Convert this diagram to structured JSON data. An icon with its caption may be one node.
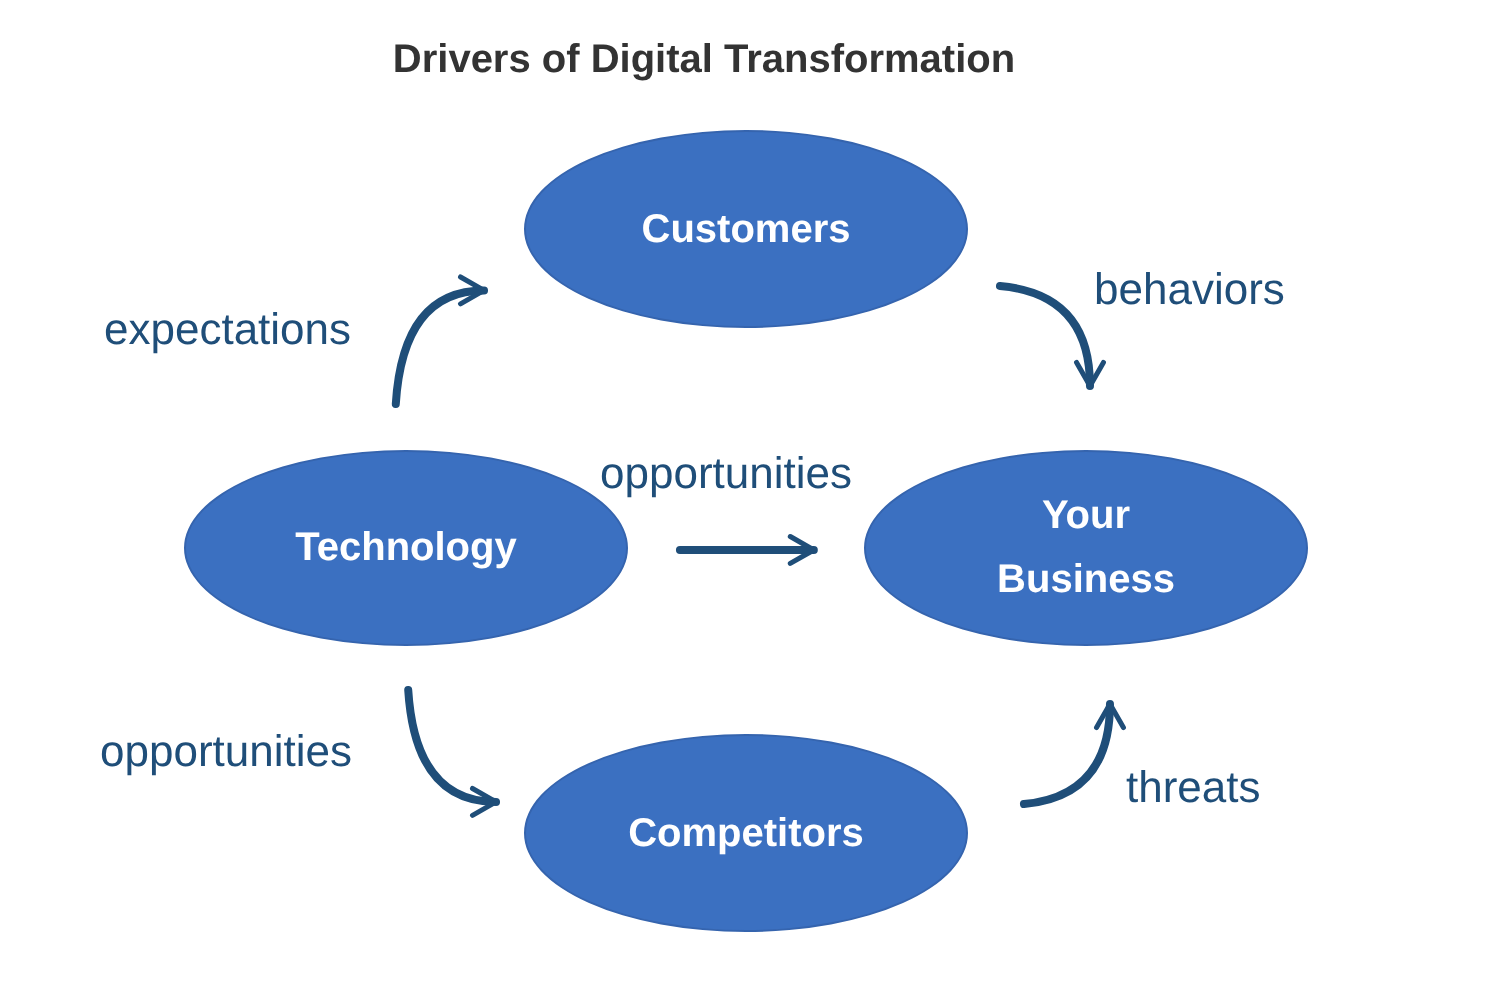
{
  "diagram": {
    "title": "Drivers of Digital Transformation",
    "nodes": [
      {
        "text": [
          "Customers"
        ]
      },
      {
        "text": [
          "Technology"
        ]
      },
      {
        "text": [
          "Your Business"
        ]
      },
      {
        "text": [
          "Competitors"
        ]
      }
    ],
    "edges": [
      {
        "from": 1,
        "to": 0,
        "arrow": "to",
        "label": "expectations"
      },
      {
        "from": 0,
        "to": 2,
        "arrow": "to",
        "label": "behaviors"
      },
      {
        "from": 1,
        "to": 2,
        "arrow": "to",
        "label": "opportunities"
      },
      {
        "from": 1,
        "to": 3,
        "arrow": "to",
        "label": "opportunities"
      },
      {
        "from": 3,
        "to": 2,
        "arrow": "to",
        "label": "threats"
      }
    ]
  }
}
